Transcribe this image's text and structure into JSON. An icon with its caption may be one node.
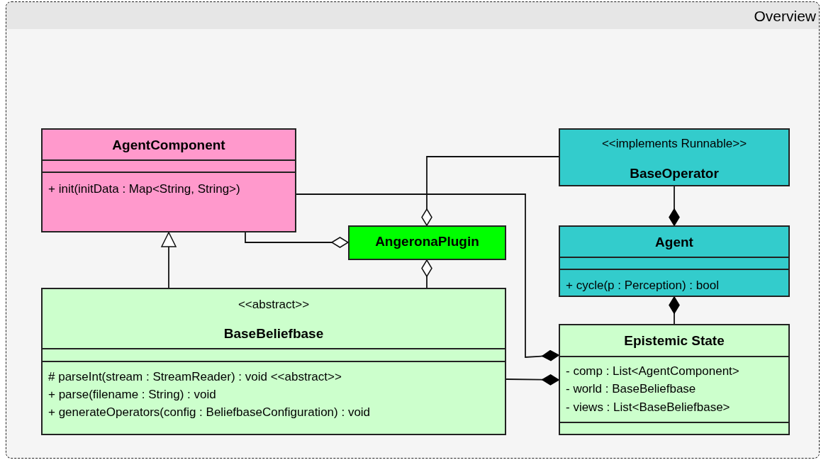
{
  "diagram": {
    "nodes": [
      {
        "text": [
          "Overview"
        ]
      },
      {
        "text": [
          "AgentComponent",
          "+ init(initData : Map<String, String>)"
        ],
        "in": 0
      },
      {
        "text": [
          "AngeronaPlugin"
        ],
        "in": 0
      },
      {
        "text": [
          "<<implements Runnable>>",
          "BaseOperator"
        ],
        "in": 0
      },
      {
        "text": [
          "Agent",
          "+ cycle(p : Perception) : bool"
        ],
        "in": 0
      },
      {
        "text": [
          "<<abstract>>",
          "BaseBeliefbase",
          "# parseInt(stream : StreamReader) : void <<abstract>>",
          "+ parse(filename : String) : void",
          "+ generateOperators(config : BeliefbaseConfiguration) : void"
        ],
        "in": 0
      },
      {
        "text": [
          "Epistemic State",
          "- comp : List<AgentComponent>",
          "- world : BaseBeliefbase",
          "- views : List<BaseBeliefbase>"
        ],
        "in": 0
      }
    ],
    "edges": [
      {
        "from": 1,
        "to": 2,
        "arrow": "other"
      },
      {
        "from": 3,
        "to": 2,
        "arrow": "other"
      },
      {
        "from": 5,
        "to": 2,
        "arrow": "other"
      },
      {
        "from": 5,
        "to": 1,
        "arrow": "to"
      },
      {
        "from": 3,
        "to": 4,
        "arrow": "other"
      },
      {
        "from": 6,
        "to": 4,
        "arrow": "other"
      },
      {
        "from": 1,
        "to": 6,
        "arrow": "other"
      },
      {
        "from": 5,
        "to": 6,
        "arrow": "other"
      }
    ]
  }
}
